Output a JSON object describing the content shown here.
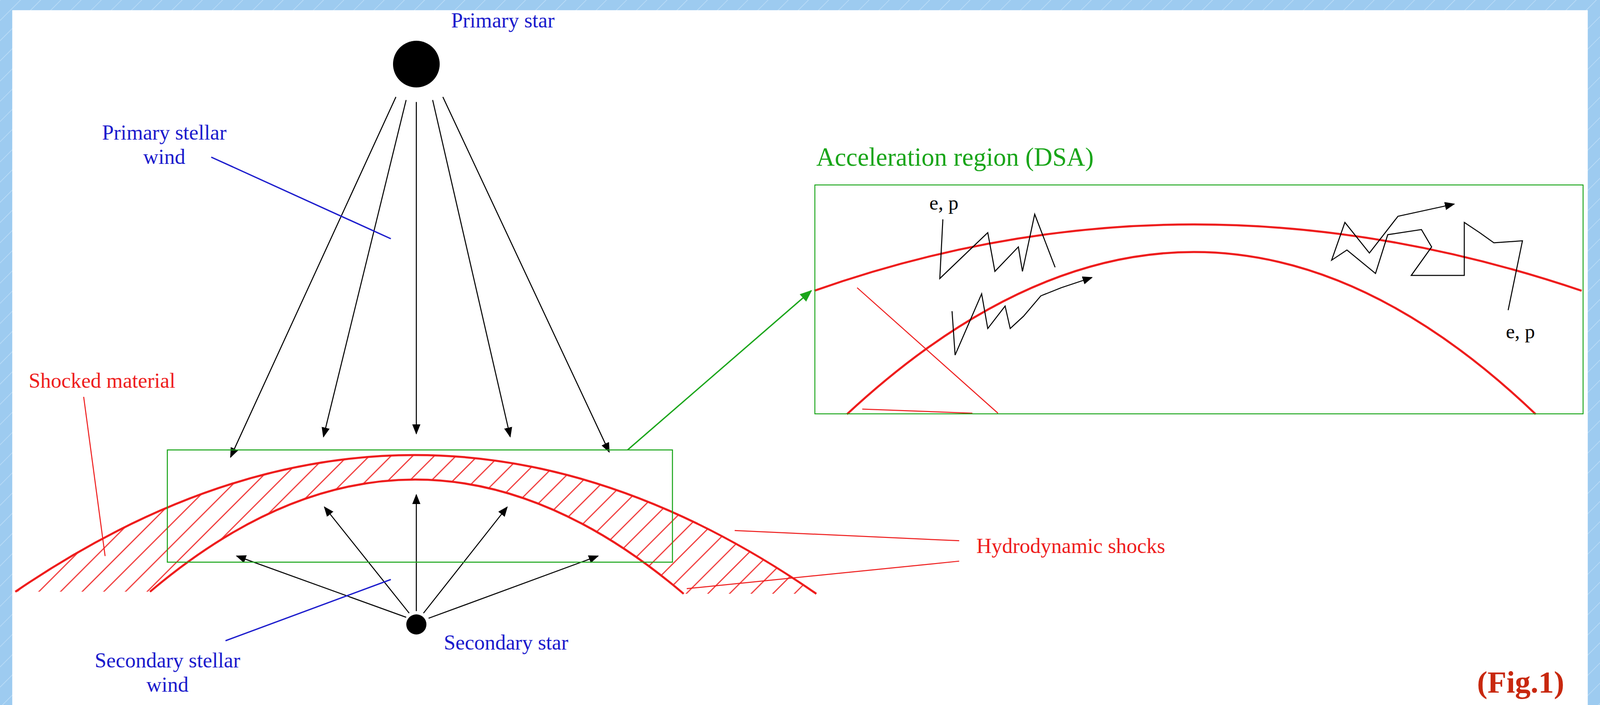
{
  "diagram": {
    "caption": "(Fig.1)",
    "nodes": [
      {
        "text": [
          "Primary star"
        ]
      },
      {
        "text": [
          "Acceleration region (DSA)"
        ]
      },
      {
        "text": [
          "Secondary star"
        ]
      }
    ],
    "labels": [
      "Primary stellar wind",
      "Shocked material",
      "e, p",
      "e, p",
      "Hydrodynamic shocks",
      "Secondary stellar wind"
    ]
  }
}
